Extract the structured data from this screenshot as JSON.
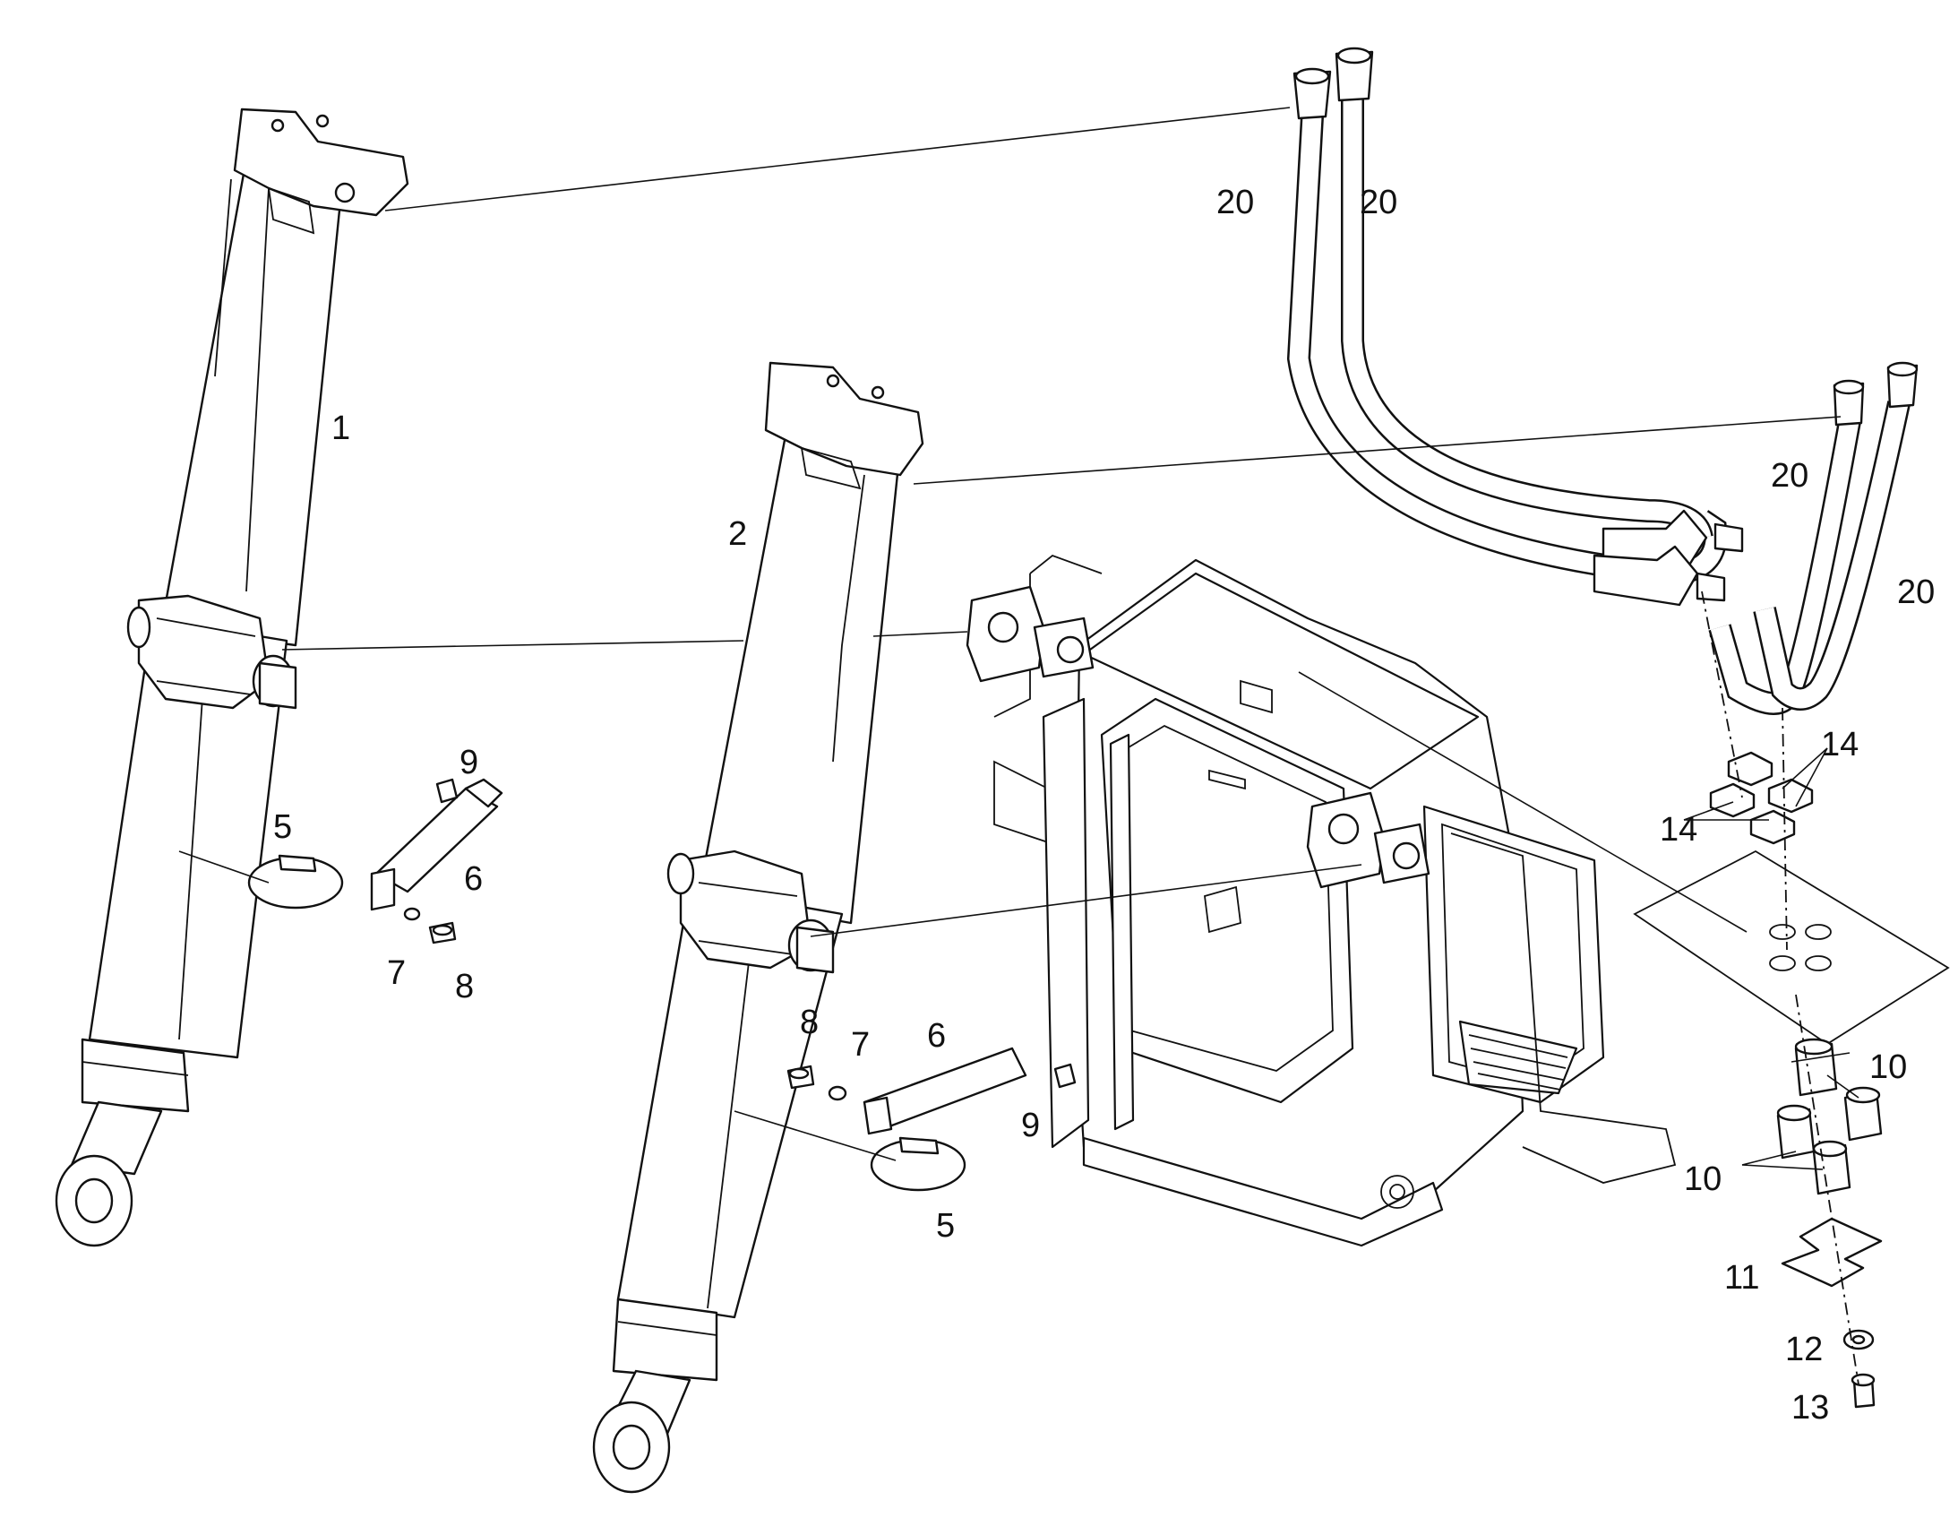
{
  "callouts": [
    {
      "id": "c1",
      "text": "1"
    },
    {
      "id": "c2",
      "text": "2"
    },
    {
      "id": "c5a",
      "text": "5"
    },
    {
      "id": "c5b",
      "text": "5"
    },
    {
      "id": "c6a",
      "text": "6"
    },
    {
      "id": "c6b",
      "text": "6"
    },
    {
      "id": "c7a",
      "text": "7"
    },
    {
      "id": "c7b",
      "text": "7"
    },
    {
      "id": "c8a",
      "text": "8"
    },
    {
      "id": "c8b",
      "text": "8"
    },
    {
      "id": "c9a",
      "text": "9"
    },
    {
      "id": "c9b",
      "text": "9"
    },
    {
      "id": "c10a",
      "text": "10"
    },
    {
      "id": "c10b",
      "text": "10"
    },
    {
      "id": "c11",
      "text": "11"
    },
    {
      "id": "c12",
      "text": "12"
    },
    {
      "id": "c13",
      "text": "13"
    },
    {
      "id": "c14a",
      "text": "14"
    },
    {
      "id": "c14b",
      "text": "14"
    },
    {
      "id": "c20a",
      "text": "20"
    },
    {
      "id": "c20b",
      "text": "20"
    },
    {
      "id": "c20c",
      "text": "20"
    },
    {
      "id": "c20d",
      "text": "20"
    }
  ]
}
